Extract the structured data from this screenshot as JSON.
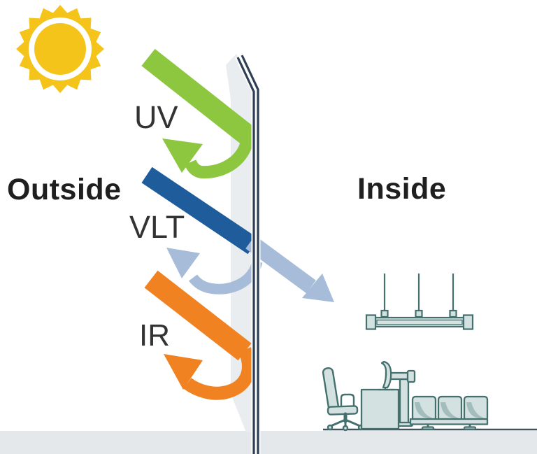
{
  "figure": {
    "type": "diagram",
    "description": "Solar energy and window glass diagram: sun rays (UV, VLT, IR) strike a glass pane between Outside and Inside; UV and IR hook back outside, visible light (VLT) passes through toward an office interior."
  },
  "labels": {
    "outside": "Outside",
    "inside": "Inside",
    "uv": "UV",
    "vlt": "VLT",
    "ir": "IR"
  },
  "icons": [
    "sun-icon",
    "uv-arrow",
    "vlt-arrow",
    "vlt-transmitted-arrow",
    "vlt-reflected-arrow",
    "ir-arrow",
    "glass-pane",
    "ceiling-light-icon",
    "office-chair-icon",
    "desk-icon",
    "monitor-icon",
    "desk-lamp-icon",
    "waiting-chairs-icon"
  ],
  "colors": {
    "background": "#FFFFFF",
    "sun": "#F5C41A",
    "uv_arrow": "#8DC63F",
    "vlt_arrow": "#1F5C9C",
    "vlt_light": "#A6BCD8",
    "ir_arrow": "#F08221",
    "glass_line": "#2E3F55",
    "glass_pane": "#EAEDF0",
    "furniture": "#44706E",
    "furniture_fill": "#D4E1E1",
    "furniture_shade": "#A3BDBD",
    "floor": "#E5E8EB",
    "floor_line": "#42525A",
    "text": "#1F1F1F",
    "label_text": "#333333"
  }
}
